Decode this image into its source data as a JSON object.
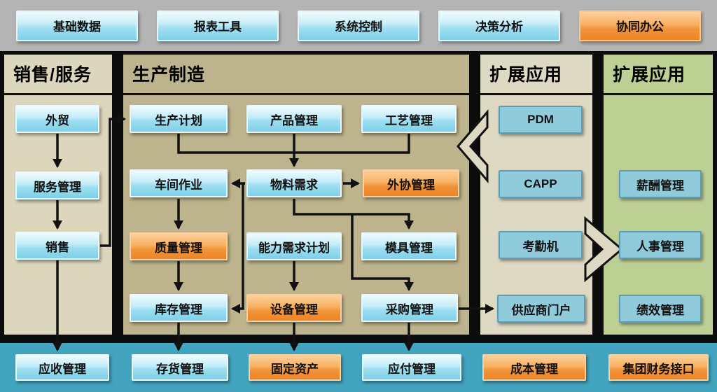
{
  "top_bar": {
    "buttons": [
      {
        "label": "基础数据",
        "style": "blue"
      },
      {
        "label": "报表工具",
        "style": "blue"
      },
      {
        "label": "系统控制",
        "style": "blue"
      },
      {
        "label": "决策分析",
        "style": "blue"
      },
      {
        "label": "协同办公",
        "style": "orange"
      }
    ]
  },
  "columns": [
    {
      "title": "销售/服务",
      "nodes": [
        {
          "label": "外贸",
          "style": "glossy-blue"
        },
        {
          "label": "服务管理",
          "style": "glossy-blue"
        },
        {
          "label": "销售",
          "style": "glossy-blue"
        }
      ]
    },
    {
      "title": "生产制造",
      "nodes": [
        {
          "label": "生产计划",
          "style": "glossy-blue"
        },
        {
          "label": "产品管理",
          "style": "glossy-blue"
        },
        {
          "label": "工艺管理",
          "style": "glossy-blue"
        },
        {
          "label": "车间作业",
          "style": "glossy-blue"
        },
        {
          "label": "物料需求",
          "style": "glossy-blue"
        },
        {
          "label": "外协管理",
          "style": "glossy-orange"
        },
        {
          "label": "质量管理",
          "style": "glossy-orange"
        },
        {
          "label": "能力需求计划",
          "style": "glossy-blue"
        },
        {
          "label": "模具管理",
          "style": "glossy-blue"
        },
        {
          "label": "库存管理",
          "style": "glossy-blue"
        },
        {
          "label": "设备管理",
          "style": "glossy-orange"
        },
        {
          "label": "采购管理",
          "style": "glossy-blue"
        }
      ]
    },
    {
      "title": "扩展应用",
      "nodes": [
        {
          "label": "PDM",
          "style": "flat-blue"
        },
        {
          "label": "CAPP",
          "style": "flat-blue"
        },
        {
          "label": "考勤机",
          "style": "flat-blue"
        },
        {
          "label": "供应商门户",
          "style": "flat-blue"
        }
      ]
    },
    {
      "title": "扩展应用",
      "nodes": [
        {
          "label": "薪酬管理",
          "style": "flat-blue"
        },
        {
          "label": "人事管理",
          "style": "flat-blue"
        },
        {
          "label": "绩效管理",
          "style": "flat-blue"
        }
      ]
    }
  ],
  "bottom_bar": {
    "nodes": [
      {
        "label": "应收管理",
        "style": "glossy-blue"
      },
      {
        "label": "存货管理",
        "style": "glossy-blue"
      },
      {
        "label": "固定资产",
        "style": "glossy-orange"
      },
      {
        "label": "应付管理",
        "style": "glossy-blue"
      },
      {
        "label": "成本管理",
        "style": "glossy-orange"
      },
      {
        "label": "集团财务接口",
        "style": "glossy-orange"
      }
    ]
  },
  "edges": [
    {
      "from": "外贸",
      "to": "服务管理"
    },
    {
      "from": "服务管理",
      "to": "销售"
    },
    {
      "from": "销售",
      "to": "生产计划"
    },
    {
      "from": "销售",
      "to": "应收管理"
    },
    {
      "from": "生产计划/产品管理/工艺管理",
      "to": "物料需求"
    },
    {
      "from": "物料需求",
      "to": "车间作业"
    },
    {
      "from": "物料需求",
      "to": "外协管理"
    },
    {
      "from": "物料需求",
      "to": "模具管理"
    },
    {
      "from": "物料需求",
      "to": "采购管理"
    },
    {
      "from": "物料需求",
      "to": "库存管理"
    },
    {
      "from": "车间作业",
      "to": "质量管理"
    },
    {
      "from": "质量管理",
      "to": "库存管理"
    },
    {
      "from": "能力需求计划",
      "to": "设备管理"
    },
    {
      "from": "库存管理",
      "to": "存货管理"
    },
    {
      "from": "设备管理",
      "to": "固定资产"
    },
    {
      "from": "采购管理",
      "to": "应付管理"
    },
    {
      "from": "采购管理",
      "to": "供应商门户"
    },
    {
      "from": "扩展应用",
      "to": "生产制造",
      "type": "chevron-left"
    },
    {
      "from": "考勤机",
      "to": "人事管理",
      "type": "chevron-right"
    }
  ],
  "colors": {
    "topbar_bg": "#b4b4b4",
    "frame_black": "#0c0c0c",
    "col_sales_bg": "#dcd6bd",
    "col_production_bg": "#bdb38c",
    "col_extend1_bg": "#ded9c2",
    "col_extend2_bg": "#bdd094",
    "bottom_band_bg": "#42a4bf",
    "glossy_blue_top": "#eefbfe",
    "glossy_blue_bottom": "#7ed0e8",
    "glossy_orange_top": "#fccf9b",
    "glossy_orange_bottom": "#ee8526",
    "flat_blue": "#8fcbda",
    "line": "#111111"
  }
}
